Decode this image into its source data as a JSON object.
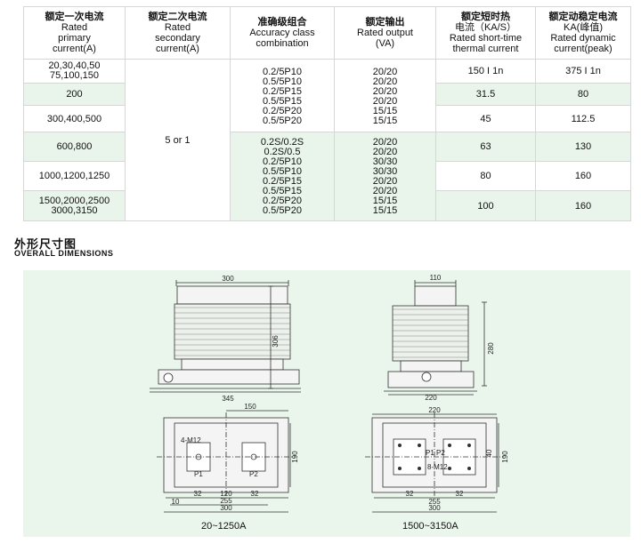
{
  "table": {
    "headers": [
      {
        "cn": "额定一次电流",
        "en": [
          "Rated",
          "primary",
          "current(A)"
        ]
      },
      {
        "cn": "额定二次电流",
        "en": [
          "Rated",
          "secondary",
          "current(A)"
        ]
      },
      {
        "cn": "准确级组合",
        "en": [
          "Accuracy class",
          "combination"
        ]
      },
      {
        "cn": "额定输出",
        "en": [
          "Rated output",
          "(VA)"
        ]
      },
      {
        "cn": "额定短时热",
        "en": [
          "电流（KA/S）",
          "Rated short-time",
          "thermal current"
        ]
      },
      {
        "cn": "额定动稳定电流",
        "en": [
          "KA(峰值)",
          "Rated dynamic",
          "current(peak)"
        ]
      }
    ],
    "primary": [
      [
        "20,30,40,50",
        "75,100,150"
      ],
      [
        "200"
      ],
      [
        "300,400,500"
      ],
      [
        "600,800"
      ],
      [
        "1000,1200,1250"
      ],
      [
        "1500,2000,2500",
        "3000,3150"
      ]
    ],
    "secondary": "5 or 1",
    "accuracy_a": [
      "0.2/5P10",
      "0.5/5P10",
      "0.2/5P15",
      "0.5/5P15",
      "0.2/5P20",
      "0.5/5P20"
    ],
    "output_a": [
      "20/20",
      "20/20",
      "20/20",
      "20/20",
      "15/15",
      "15/15"
    ],
    "accuracy_b": [
      "0.2S/0.2S",
      "0.2S/0.5",
      "0.2/5P10",
      "0.5/5P10",
      "0.2/5P15",
      "0.5/5P15",
      "0.2/5P20",
      "0.5/5P20"
    ],
    "output_b": [
      "20/20",
      "20/20",
      "30/30",
      "30/30",
      "20/20",
      "20/20",
      "15/15",
      "15/15"
    ],
    "thermal": [
      "150 I 1n",
      "31.5",
      "45",
      "63",
      "80",
      "100"
    ],
    "dynamic": [
      "375 I 1n",
      "80",
      "112.5",
      "130",
      "160",
      "160"
    ]
  },
  "section": {
    "cn": "外形尺寸图",
    "en": "OVERALL DIMENSIONS"
  },
  "drawing": {
    "front_top": "300",
    "front_height": "306",
    "front_base": "345",
    "side_top": "110",
    "side_height": "280",
    "side_base": "220",
    "plan_left": {
      "d150": "150",
      "d190": "190",
      "d32a": "32",
      "d120": "120",
      "d32b": "32",
      "d10": "10",
      "d255": "255",
      "d300": "300",
      "label_m12": "4-M12",
      "label_p1": "P1",
      "label_p2": "P2"
    },
    "plan_right": {
      "d220": "220",
      "d190": "190",
      "d40": "40",
      "d32a": "32",
      "d32b": "32",
      "d255": "255",
      "d300": "300",
      "label_m12": "8-M12",
      "label_p": "P1 P2"
    },
    "caption_left": "20~1250A",
    "caption_right": "1500~3150A"
  }
}
